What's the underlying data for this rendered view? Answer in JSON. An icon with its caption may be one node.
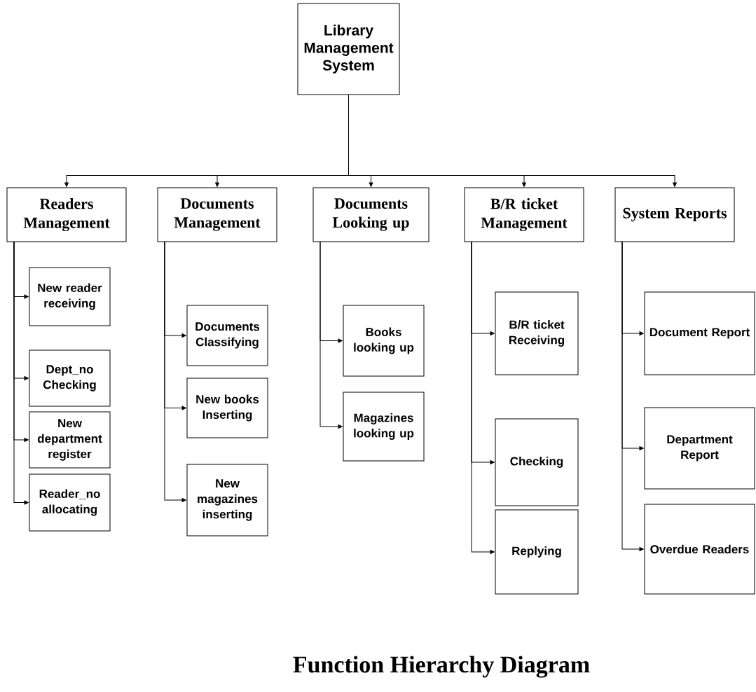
{
  "diagram": {
    "title": "Function Hierarchy Diagram",
    "nodes": [
      {
        "text": [
          "Library Management System"
        ]
      },
      {
        "text": [
          "Readers Management"
        ]
      },
      {
        "text": [
          "Documents Management"
        ]
      },
      {
        "text": [
          "Documents Looking up"
        ]
      },
      {
        "text": [
          "B/R ticket Management"
        ]
      },
      {
        "text": [
          "System Reports"
        ]
      },
      {
        "text": [
          "New reader receiving"
        ]
      },
      {
        "text": [
          "Dept_no Checking"
        ]
      },
      {
        "text": [
          "New department register"
        ]
      },
      {
        "text": [
          "Reader_no allocating"
        ]
      },
      {
        "text": [
          "Documents Classifying"
        ]
      },
      {
        "text": [
          "New books Inserting"
        ]
      },
      {
        "text": [
          "New magazines inserting"
        ]
      },
      {
        "text": [
          "Books looking up"
        ]
      },
      {
        "text": [
          "Magazines looking up"
        ]
      },
      {
        "text": [
          "B/R ticket Receiving"
        ]
      },
      {
        "text": [
          "Checking"
        ]
      },
      {
        "text": [
          "Replying"
        ]
      },
      {
        "text": [
          "Document Report"
        ]
      },
      {
        "text": [
          "Department Report"
        ]
      },
      {
        "text": [
          "Overdue Readers"
        ]
      }
    ],
    "edges": [
      {
        "from": 0,
        "to": 1,
        "arrow": "to"
      },
      {
        "from": 0,
        "to": 2,
        "arrow": "to"
      },
      {
        "from": 0,
        "to": 3,
        "arrow": "to"
      },
      {
        "from": 0,
        "to": 4,
        "arrow": "to"
      },
      {
        "from": 0,
        "to": 5,
        "arrow": "to"
      },
      {
        "from": 1,
        "to": 6,
        "arrow": "to"
      },
      {
        "from": 1,
        "to": 7,
        "arrow": "to"
      },
      {
        "from": 1,
        "to": 8,
        "arrow": "to"
      },
      {
        "from": 1,
        "to": 9,
        "arrow": "to"
      },
      {
        "from": 2,
        "to": 10,
        "arrow": "to"
      },
      {
        "from": 2,
        "to": 11,
        "arrow": "to"
      },
      {
        "from": 2,
        "to": 12,
        "arrow": "to"
      },
      {
        "from": 3,
        "to": 13,
        "arrow": "to"
      },
      {
        "from": 3,
        "to": 14,
        "arrow": "to"
      },
      {
        "from": 4,
        "to": 15,
        "arrow": "to"
      },
      {
        "from": 4,
        "to": 16,
        "arrow": "to"
      },
      {
        "from": 4,
        "to": 17,
        "arrow": "to"
      },
      {
        "from": 5,
        "to": 18,
        "arrow": "to"
      },
      {
        "from": 5,
        "to": 19,
        "arrow": "to"
      },
      {
        "from": 5,
        "to": 20,
        "arrow": "to"
      }
    ]
  }
}
